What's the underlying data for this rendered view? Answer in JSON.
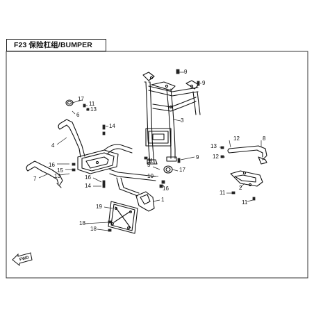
{
  "title": "F23 保险杠组/BUMPER",
  "callouts": {
    "c1": "1",
    "c2": "2",
    "c3": "3",
    "c4": "4",
    "c5": "5",
    "c6": "6",
    "c7": "7",
    "c8": "8",
    "c9a": "9",
    "c9b": "9",
    "c9c": "9",
    "c10": "10",
    "c11a": "11",
    "c11b": "11",
    "c11c": "11",
    "c12a": "12",
    "c12b": "12",
    "c13a": "13",
    "c13b": "13",
    "c14a": "14",
    "c14b": "14",
    "c15": "15",
    "c16a": "16",
    "c16b": "16",
    "c17a": "17",
    "c17b": "17",
    "c18a": "18",
    "c18b": "18",
    "c19": "19"
  },
  "direction_arrow": "FWD"
}
